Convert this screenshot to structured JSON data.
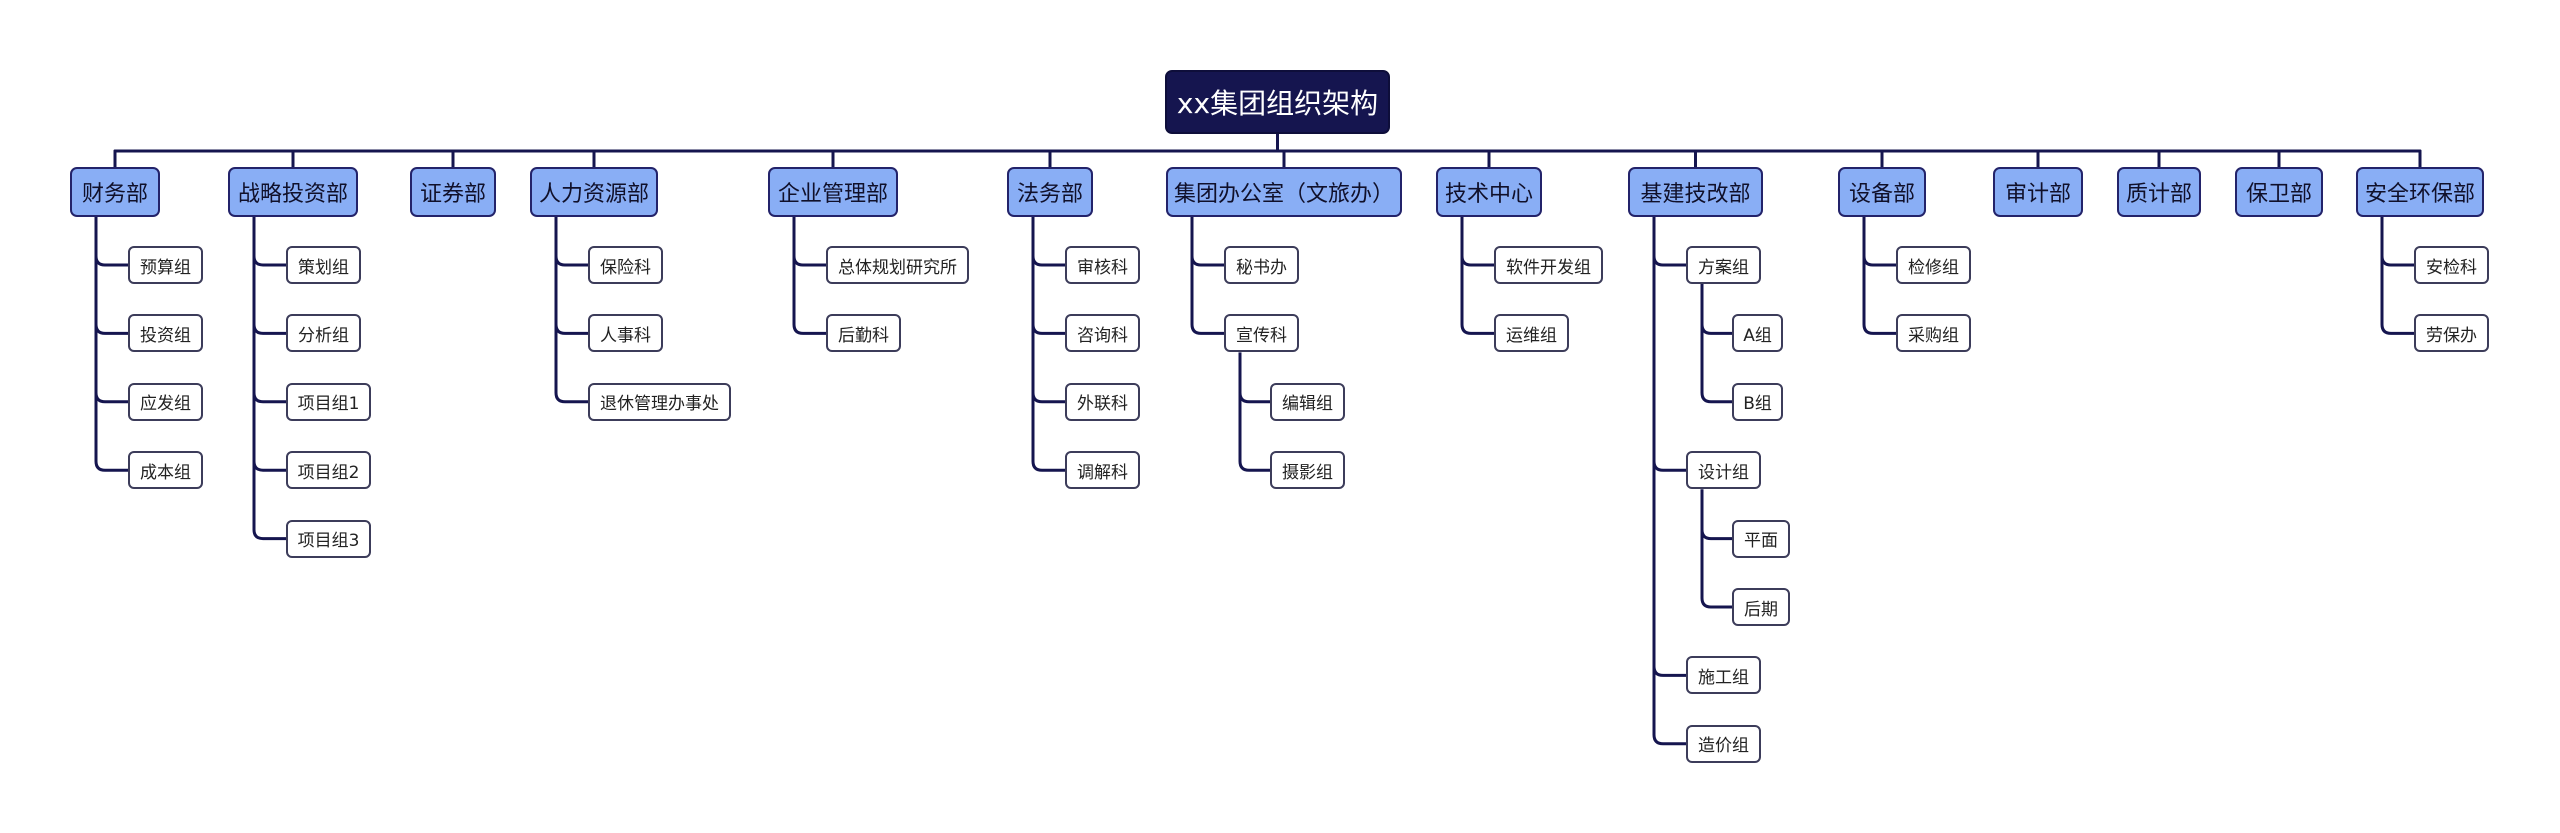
{
  "root": "xx集团组织架构",
  "departments": [
    {
      "name": "财务部",
      "children": [
        {
          "name": "预算组"
        },
        {
          "name": "投资组"
        },
        {
          "name": "应发组"
        },
        {
          "name": "成本组"
        }
      ]
    },
    {
      "name": "战略投资部",
      "children": [
        {
          "name": "策划组"
        },
        {
          "name": "分析组"
        },
        {
          "name": "项目组1"
        },
        {
          "name": "项目组2"
        },
        {
          "name": "项目组3"
        }
      ]
    },
    {
      "name": "证券部",
      "children": []
    },
    {
      "name": "人力资源部",
      "children": [
        {
          "name": "保险科"
        },
        {
          "name": "人事科"
        },
        {
          "name": "退休管理办事处"
        }
      ]
    },
    {
      "name": "企业管理部",
      "children": [
        {
          "name": "总体规划研究所"
        },
        {
          "name": "后勤科"
        }
      ]
    },
    {
      "name": "法务部",
      "children": [
        {
          "name": "审核科"
        },
        {
          "name": "咨询科"
        },
        {
          "name": "外联科"
        },
        {
          "name": "调解科"
        }
      ]
    },
    {
      "name": "集团办公室（文旅办）",
      "children": [
        {
          "name": "秘书办"
        },
        {
          "name": "宣传科",
          "children": [
            {
              "name": "编辑组"
            },
            {
              "name": "摄影组"
            }
          ]
        }
      ]
    },
    {
      "name": "技术中心",
      "children": [
        {
          "name": "软件开发组"
        },
        {
          "name": "运维组"
        }
      ]
    },
    {
      "name": "基建技改部",
      "children": [
        {
          "name": "方案组",
          "children": [
            {
              "name": "A组"
            },
            {
              "name": "B组"
            }
          ]
        },
        {
          "name": "设计组",
          "children": [
            {
              "name": "平面"
            },
            {
              "name": "后期"
            }
          ]
        },
        {
          "name": "施工组"
        },
        {
          "name": "造价组"
        }
      ]
    },
    {
      "name": "设备部",
      "children": [
        {
          "name": "检修组"
        },
        {
          "name": "采购组"
        }
      ]
    },
    {
      "name": "审计部",
      "children": []
    },
    {
      "name": "质计部",
      "children": []
    },
    {
      "name": "保卫部",
      "children": []
    },
    {
      "name": "安全环保部",
      "children": [
        {
          "name": "安检科"
        },
        {
          "name": "劳保办"
        }
      ]
    }
  ],
  "colors": {
    "root_fill": "#15154f",
    "dept_fill": "#89aef5",
    "line": "#15154f",
    "leaf_border": "#3c3c5a"
  }
}
